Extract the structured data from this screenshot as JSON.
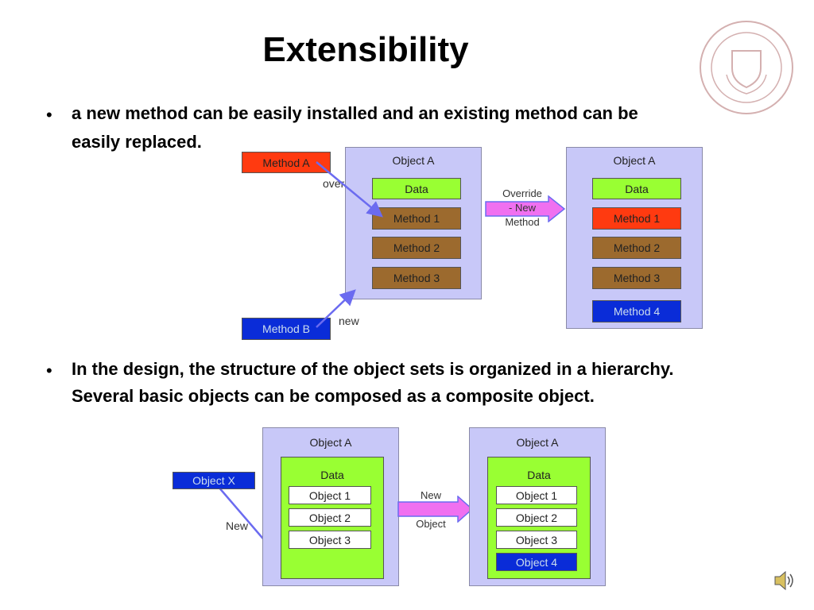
{
  "slide": {
    "title": "Extensibility",
    "bullet_char": "•",
    "bullet1_line1": "a new method can be easily installed and an existing method can be",
    "bullet1_line2": "easily replaced.",
    "bullet2_line1": "In the design, the structure of the object sets is organized in a hierarchy.",
    "bullet2_line2": "Several basic objects can be composed as a composite object."
  },
  "diagram1": {
    "method_a": "Method A",
    "method_b": "Method B",
    "override_label": "override",
    "new_label": "new",
    "left_object": {
      "title": "Object A",
      "data": "Data",
      "methods": [
        "Method 1",
        "Method 2",
        "Method 3"
      ]
    },
    "arrow_text": [
      "Override",
      "- New",
      "Method"
    ],
    "right_object": {
      "title": "Object A",
      "data": "Data",
      "methods": [
        "Method 1",
        "Method 2",
        "Method 3",
        "Method 4"
      ]
    }
  },
  "diagram2": {
    "object_x": "Object X",
    "new_label": "New",
    "left_object": {
      "title": "Object A",
      "data": "Data",
      "objects": [
        "Object 1",
        "Object 2",
        "Object 3"
      ]
    },
    "arrow_text": [
      "New",
      "Object"
    ],
    "right_object": {
      "title": "Object A",
      "data": "Data",
      "objects": [
        "Object 1",
        "Object 2",
        "Object 3",
        "Object 4"
      ]
    }
  },
  "colors": {
    "panel": "#c8c8f8",
    "green": "#99ff33",
    "brown": "#9c6a2e",
    "red": "#ff3a10",
    "blue": "#0a2cd8",
    "arrow": "#6b6bf0",
    "big_arrow": "#f070f0",
    "seal": "#c8a0a0"
  },
  "icons": {
    "seal": "university-seal-icon",
    "speaker": "speaker-icon"
  }
}
